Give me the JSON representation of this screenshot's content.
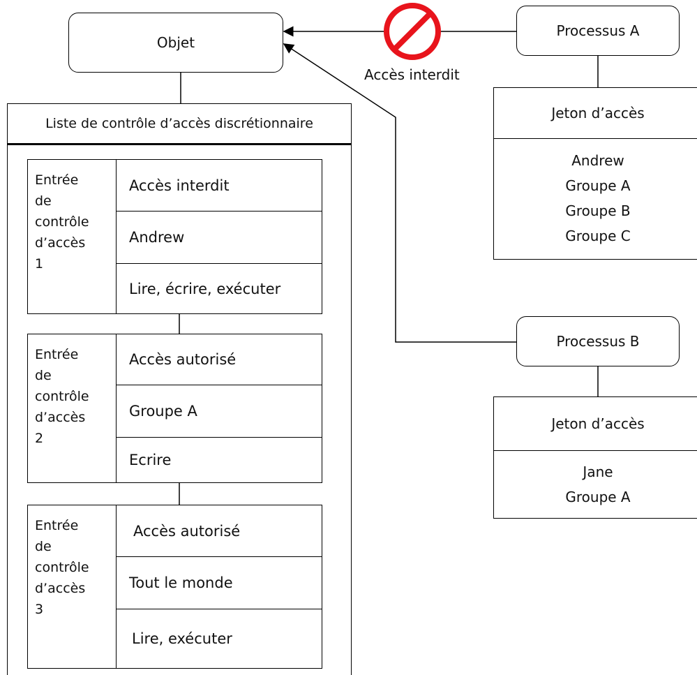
{
  "object": {
    "label": "Objet"
  },
  "dacl": {
    "title": "Liste de contrôle d’accès discrétionnaire"
  },
  "aces": [
    {
      "label_lines": [
        "Entrée",
        "de",
        "contrôle",
        "d’accès",
        "1"
      ],
      "type": "Accès interdit",
      "principal": "Andrew",
      "rights": "Lire, écrire, exécuter"
    },
    {
      "label_lines": [
        "Entrée",
        "de",
        "contrôle",
        "d’accès",
        "2"
      ],
      "type": "Accès autorisé",
      "principal": "Groupe A",
      "rights": "Ecrire"
    },
    {
      "label_lines": [
        "Entrée",
        "de",
        "contrôle",
        "d’accès",
        "3"
      ],
      "type": "Accès autorisé",
      "principal": "Tout le monde",
      "rights": "Lire, exécuter"
    }
  ],
  "denied_label": "Accès interdit",
  "process_a": {
    "label": "Processus A",
    "token_title": "Jeton d’accès",
    "token_entries": [
      "Andrew",
      "Groupe A",
      "Groupe B",
      "Groupe C"
    ]
  },
  "process_b": {
    "label": "Processus B",
    "token_title": "Jeton d’accès",
    "token_entries": [
      "Jane",
      "Groupe A"
    ]
  },
  "colors": {
    "prohibited": "#e8141c",
    "stroke": "#000000"
  }
}
